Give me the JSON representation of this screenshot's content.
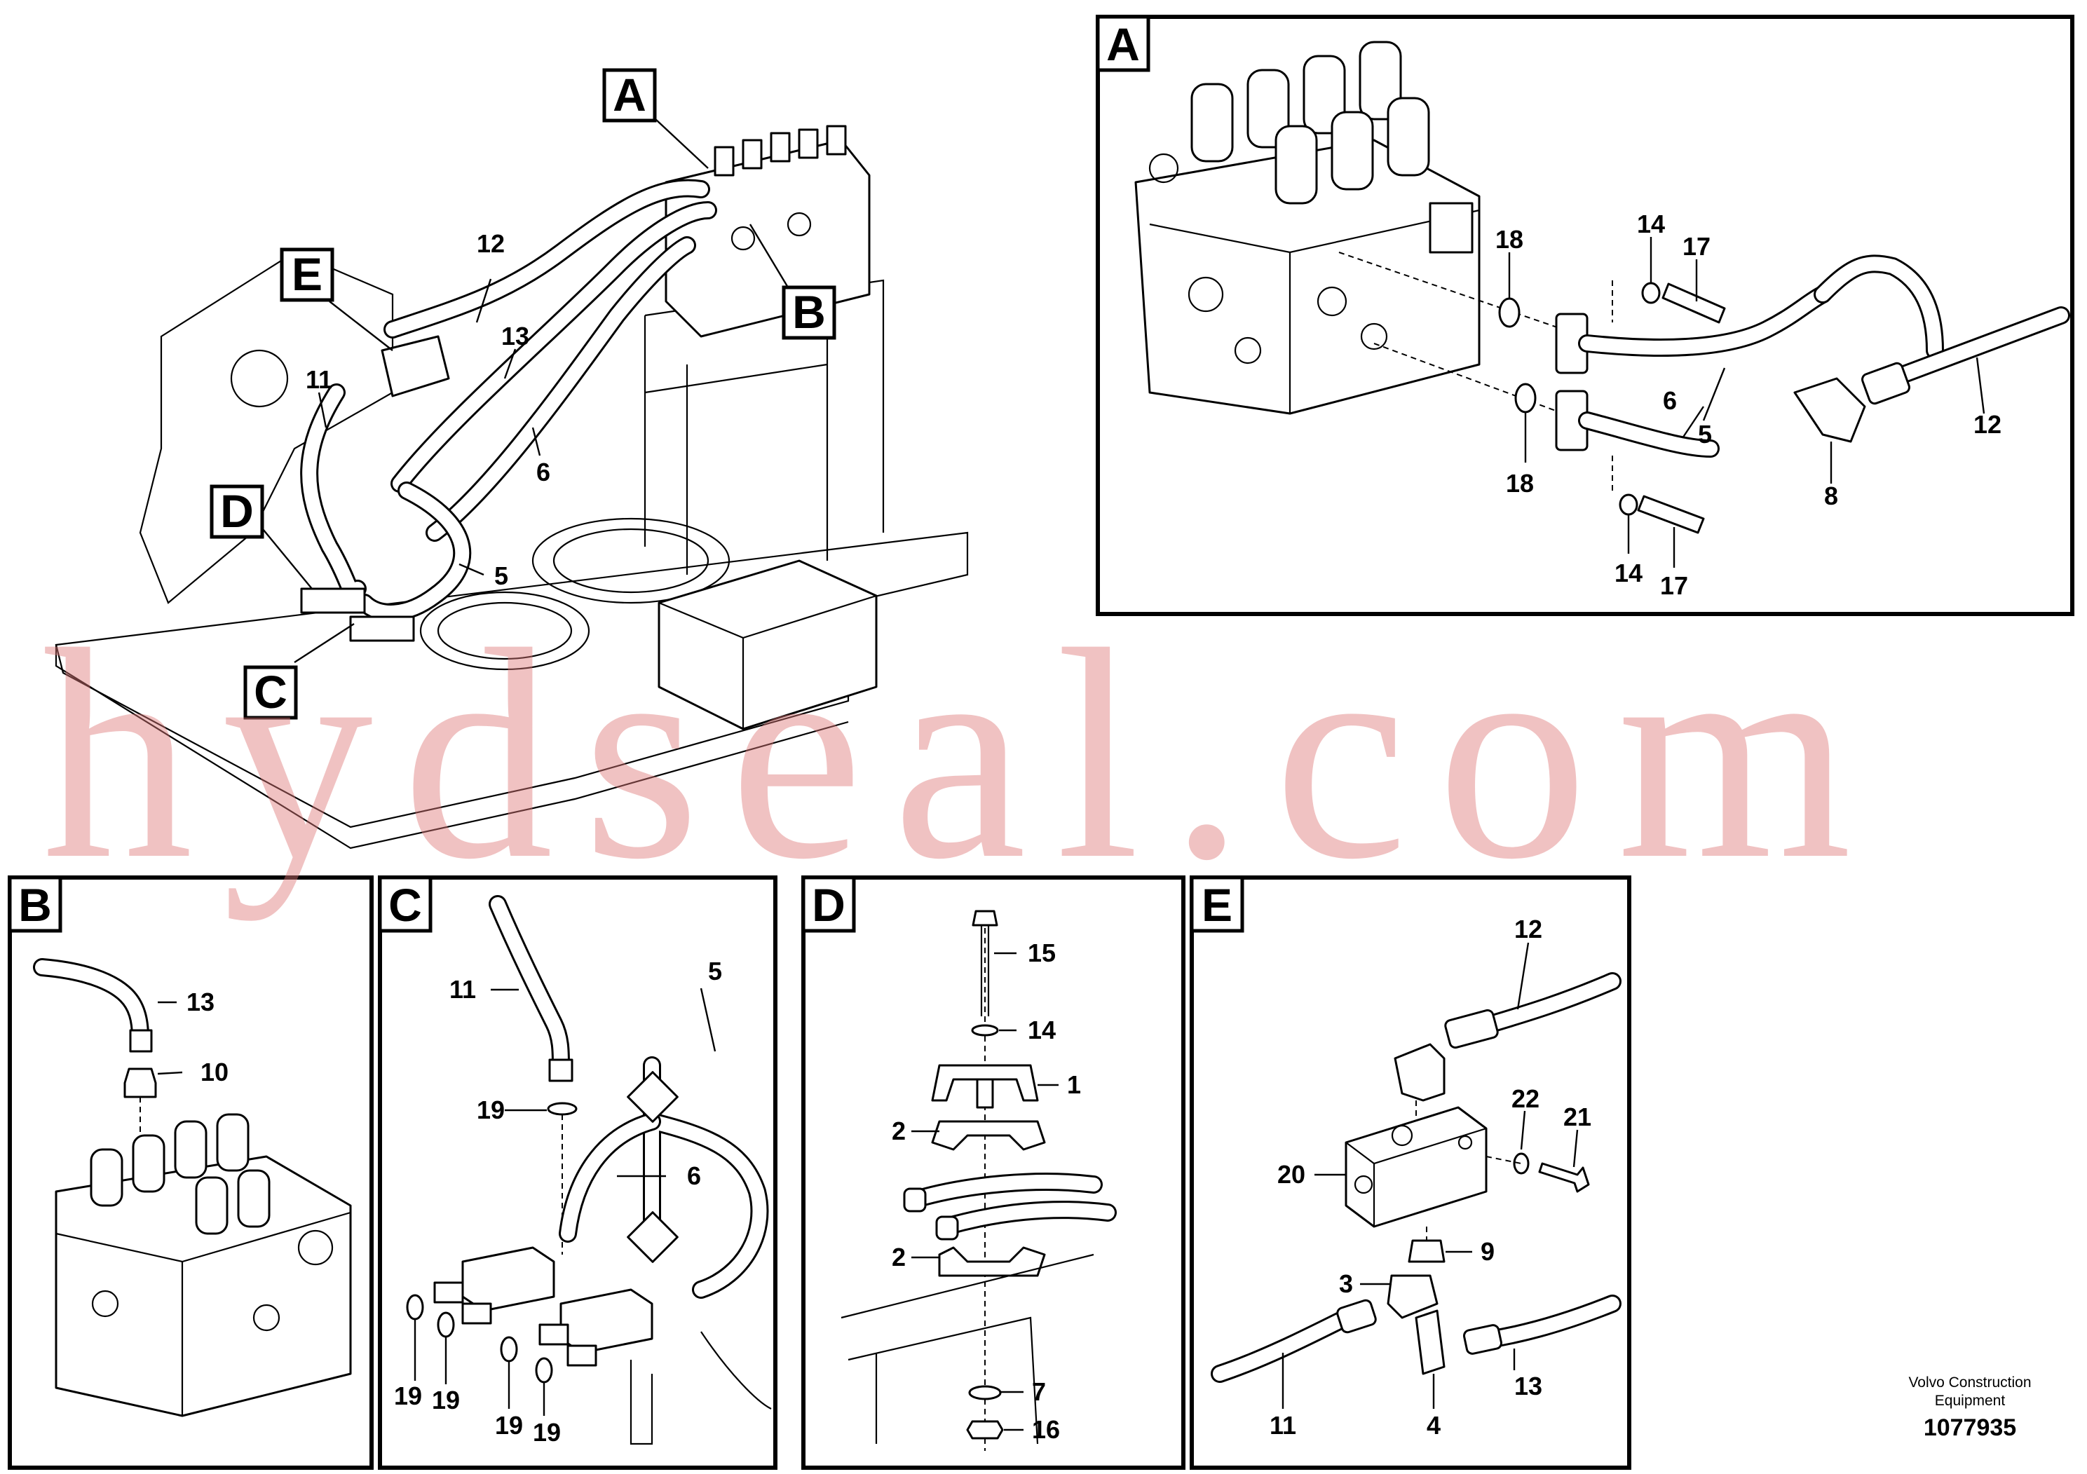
{
  "views": {
    "main": {
      "callouts": [
        "A",
        "B",
        "C",
        "D",
        "E"
      ],
      "labels": [
        "12",
        "13",
        "11",
        "6",
        "5"
      ]
    },
    "A": {
      "tag": "A",
      "labels": [
        "14",
        "17",
        "18",
        "6",
        "5",
        "12",
        "8",
        "18",
        "14",
        "17"
      ]
    },
    "B": {
      "tag": "B",
      "labels": [
        "13",
        "10"
      ]
    },
    "C": {
      "tag": "C",
      "labels": [
        "11",
        "5",
        "19",
        "6",
        "19",
        "19",
        "19",
        "19"
      ]
    },
    "D": {
      "tag": "D",
      "labels": [
        "15",
        "14",
        "1",
        "2",
        "2",
        "7",
        "16"
      ]
    },
    "E": {
      "tag": "E",
      "labels": [
        "12",
        "22",
        "21",
        "20",
        "9",
        "3",
        "13",
        "11",
        "4"
      ]
    }
  },
  "watermark": "hydseal.com",
  "footer": {
    "brand_line1": "Volvo Construction",
    "brand_line2": "Equipment",
    "doc_number": "1077935"
  }
}
